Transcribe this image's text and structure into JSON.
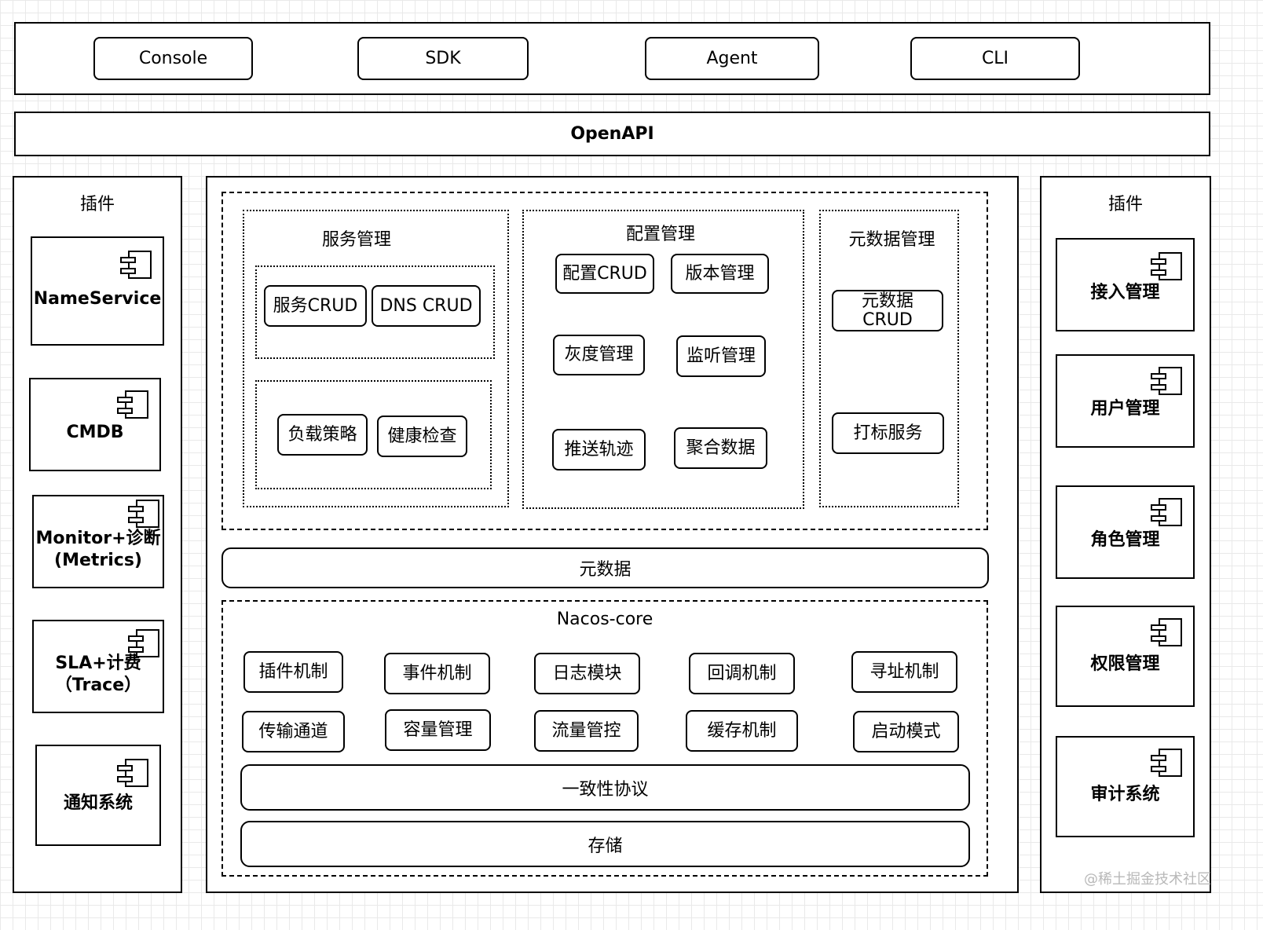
{
  "clients": [
    "Console",
    "SDK",
    "Agent",
    "CLI"
  ],
  "openapi": "OpenAPI",
  "left_plugins": {
    "title": "插件",
    "items": [
      "NameService",
      "CMDB",
      "Monitor+诊断\n(Metrics)",
      "SLA+计费\n（Trace）",
      "通知系统"
    ]
  },
  "right_plugins": {
    "title": "插件",
    "items": [
      "接入管理",
      "用户管理",
      "角色管理",
      "权限管理",
      "审计系统"
    ]
  },
  "service_mgmt": {
    "title": "服务管理",
    "crud": [
      "服务CRUD",
      "DNS CRUD"
    ],
    "policy": [
      "负载策略",
      "健康检查"
    ]
  },
  "config_mgmt": {
    "title": "配置管理",
    "items": [
      "配置CRUD",
      "版本管理",
      "灰度管理",
      "监听管理",
      "推送轨迹",
      "聚合数据"
    ]
  },
  "meta_mgmt": {
    "title": "元数据管理",
    "items": [
      "元数据\nCRUD",
      "打标服务"
    ]
  },
  "metadata_bar": "元数据",
  "core": {
    "title": "Nacos-core",
    "row1": [
      "插件机制",
      "事件机制",
      "日志模块",
      "回调机制",
      "寻址机制"
    ],
    "row2": [
      "传输通道",
      "容量管理",
      "流量管控",
      "缓存机制",
      "启动模式"
    ],
    "consistency": "一致性协议",
    "storage": "存储"
  },
  "watermark": "@稀土掘金技术社区"
}
